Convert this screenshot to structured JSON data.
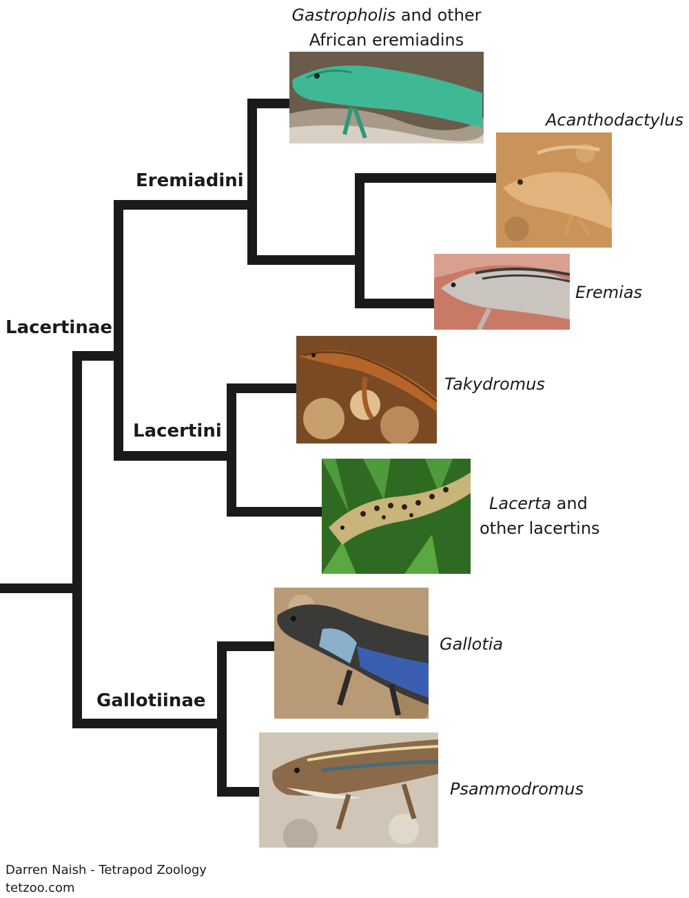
{
  "clades": {
    "lacertinae": "Lacertinae",
    "eremiadini": "Eremiadini",
    "lacertini": "Lacertini",
    "gallotiinae": "Gallotiinae"
  },
  "taxa": {
    "gastropholis": {
      "italic": "Gastropholis",
      "rest": " and other",
      "line2": "African eremiadins",
      "photo_icon": "green-lizard-photo",
      "colors": [
        "#3fb896",
        "#7a6a58"
      ]
    },
    "acanthodactylus": {
      "italic": "Acanthodactylus",
      "photo_icon": "sandy-lizard-photo",
      "colors": [
        "#d9a96a",
        "#b98a55"
      ]
    },
    "eremias": {
      "italic": "Eremias",
      "photo_icon": "striped-lizard-photo",
      "colors": [
        "#c9c4bd",
        "#c97a66"
      ]
    },
    "takydromus": {
      "italic": "Takydromus",
      "photo_icon": "grass-lizard-photo",
      "colors": [
        "#9a5a2a",
        "#c88a50"
      ]
    },
    "lacerta": {
      "italic": "Lacerta",
      "rest": " and",
      "line2": "other lacertins",
      "photo_icon": "spotted-lizard-photo",
      "colors": [
        "#3f8a2a",
        "#c9b47a"
      ]
    },
    "gallotia": {
      "italic": "Gallotia",
      "photo_icon": "blue-lizard-photo",
      "colors": [
        "#3a5fb0",
        "#b99a76"
      ]
    },
    "psammodromus": {
      "italic": "Psammodromus",
      "photo_icon": "sand-racer-photo",
      "colors": [
        "#8a6a48",
        "#cfc6b8"
      ]
    }
  },
  "credit": {
    "author": "Darren Naish - Tetrapod Zoology",
    "site": "tetzoo.com"
  },
  "tree_color": "#1a1a1a"
}
